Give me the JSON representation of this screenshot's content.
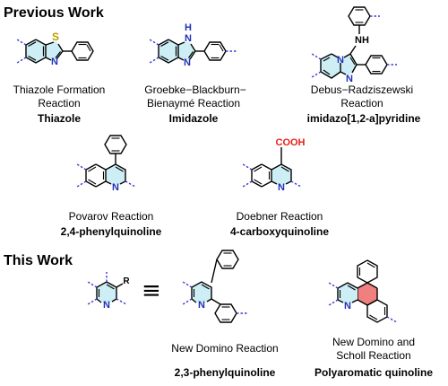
{
  "sections": {
    "previous_work": "Previous Work",
    "this_work": "This Work"
  },
  "atom_labels": {
    "S": "S",
    "NH": "NH",
    "N": "N",
    "H": "H",
    "COOH": "COOH",
    "R": "R"
  },
  "equivalence_symbol": "≡",
  "colors": {
    "ring_fill": "#cdeef4",
    "dashed_bond": "#3d3dcc",
    "nitrogen": "#1f2fb5",
    "sulfur": "#b8a000",
    "acid": "#e8201a",
    "polyaromatic_ring": "#f08080"
  },
  "items": [
    {
      "line1": "Thiazole Formation",
      "line2": "Reaction",
      "product": "Thiazole"
    },
    {
      "line1": "Groebke−Blackburn−",
      "line2": "Bienaymé Reaction",
      "product": "Imidazole"
    },
    {
      "line1": "Debus−Radziszewski",
      "line2": "Reaction",
      "product": "imidazo[1,2-a]pyridine"
    },
    {
      "line1": "Povarov Reaction",
      "product": "2,4-phenylquinoline"
    },
    {
      "line1": "Doebner Reaction",
      "product": "4-carboxyquinoline"
    },
    {
      "line1": "New Domino Reaction",
      "product": "2,3-phenylquinoline"
    },
    {
      "line1": "New Domino and",
      "line2": "Scholl Reaction",
      "product": "Polyaromatic quinoline"
    }
  ]
}
